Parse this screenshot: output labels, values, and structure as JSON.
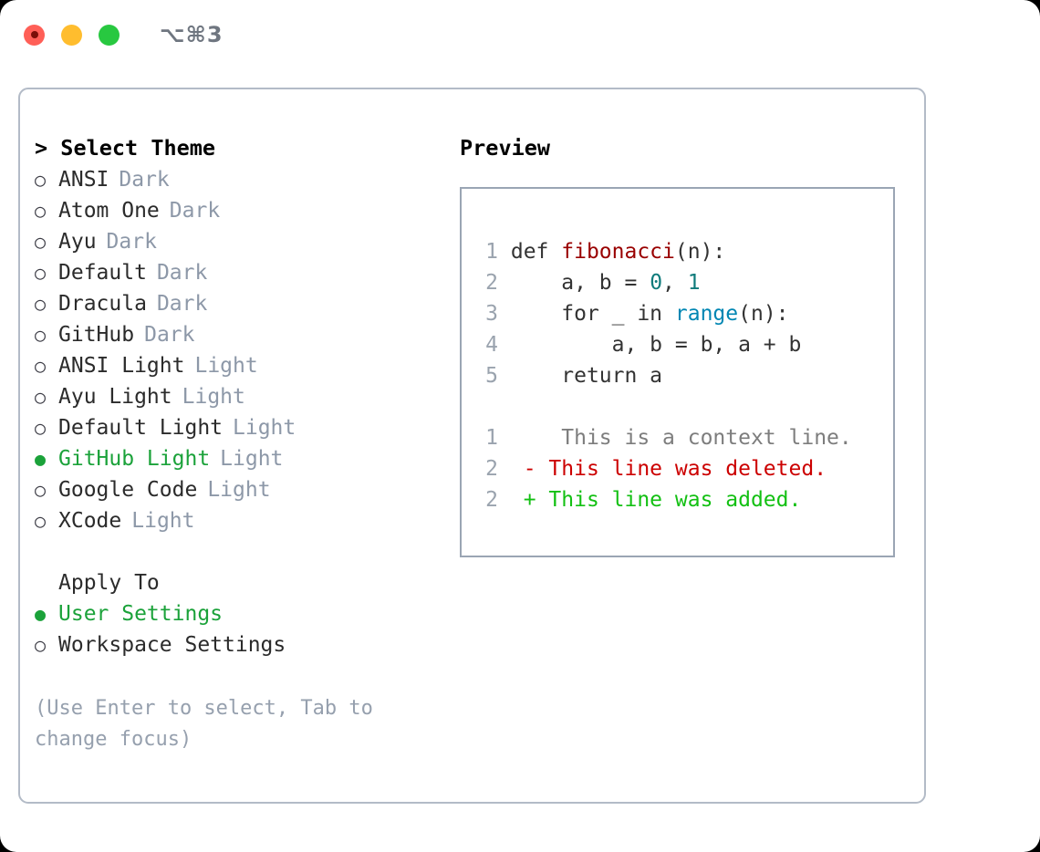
{
  "window": {
    "shortcut": "⌥⌘3",
    "traffic_lights": [
      {
        "name": "close",
        "color": "#ff5f57"
      },
      {
        "name": "minimize",
        "color": "#ffbd2e"
      },
      {
        "name": "maximize",
        "color": "#28c840"
      }
    ]
  },
  "colors": {
    "accent_green": "#1ba23a",
    "muted": "#8d98a8",
    "hint": "#96a0ae",
    "card_border": "#b3bbc7",
    "preview_border": "#9aa5b4",
    "diff_add": "#13c013",
    "diff_del": "#cc0000",
    "code_fn": "#990000",
    "code_num": "#0f7b7b",
    "code_builtin": "#0086b3"
  },
  "theme_picker": {
    "header": "> Select Theme",
    "marker_unselected": "○",
    "marker_selected": "●",
    "items": [
      {
        "name": "ANSI",
        "category": "Dark",
        "selected": false
      },
      {
        "name": "Atom One",
        "category": "Dark",
        "selected": false
      },
      {
        "name": "Ayu",
        "category": "Dark",
        "selected": false
      },
      {
        "name": "Default",
        "category": "Dark",
        "selected": false
      },
      {
        "name": "Dracula",
        "category": "Dark",
        "selected": false
      },
      {
        "name": "GitHub",
        "category": "Dark",
        "selected": false
      },
      {
        "name": "ANSI Light",
        "category": "Light",
        "selected": false
      },
      {
        "name": "Ayu Light",
        "category": "Light",
        "selected": false
      },
      {
        "name": "Default Light",
        "category": "Light",
        "selected": false
      },
      {
        "name": "GitHub Light",
        "category": "Light",
        "selected": true
      },
      {
        "name": "Google Code",
        "category": "Light",
        "selected": false
      },
      {
        "name": "XCode",
        "category": "Light",
        "selected": false
      }
    ]
  },
  "apply_to": {
    "heading": "Apply To",
    "options": [
      {
        "label": "User Settings",
        "selected": true
      },
      {
        "label": "Workspace Settings",
        "selected": false
      }
    ]
  },
  "hint": "(Use Enter to select, Tab to change focus)",
  "preview": {
    "label": "Preview",
    "code_lines": [
      {
        "no": "1",
        "segments": [
          {
            "text": "def ",
            "type": "plain"
          },
          {
            "text": "fibonacci",
            "type": "fn"
          },
          {
            "text": "(n):",
            "type": "plain"
          }
        ]
      },
      {
        "no": "2",
        "segments": [
          {
            "text": "    a, b = ",
            "type": "plain"
          },
          {
            "text": "0",
            "type": "num"
          },
          {
            "text": ", ",
            "type": "plain"
          },
          {
            "text": "1",
            "type": "num"
          }
        ]
      },
      {
        "no": "3",
        "segments": [
          {
            "text": "    for _ in ",
            "type": "plain"
          },
          {
            "text": "range",
            "type": "builtin"
          },
          {
            "text": "(n):",
            "type": "plain"
          }
        ]
      },
      {
        "no": "4",
        "segments": [
          {
            "text": "        a, b = b, a + b",
            "type": "plain"
          }
        ]
      },
      {
        "no": "5",
        "segments": [
          {
            "text": "    return a",
            "type": "plain"
          }
        ]
      }
    ],
    "diff_lines": [
      {
        "no": "1",
        "sign": " ",
        "text": "  This is a context line.",
        "kind": "context"
      },
      {
        "no": "2",
        "sign": "-",
        "text": " This line was deleted.",
        "kind": "deleted"
      },
      {
        "no": "2",
        "sign": "+",
        "text": " This line was added.",
        "kind": "added"
      }
    ]
  }
}
